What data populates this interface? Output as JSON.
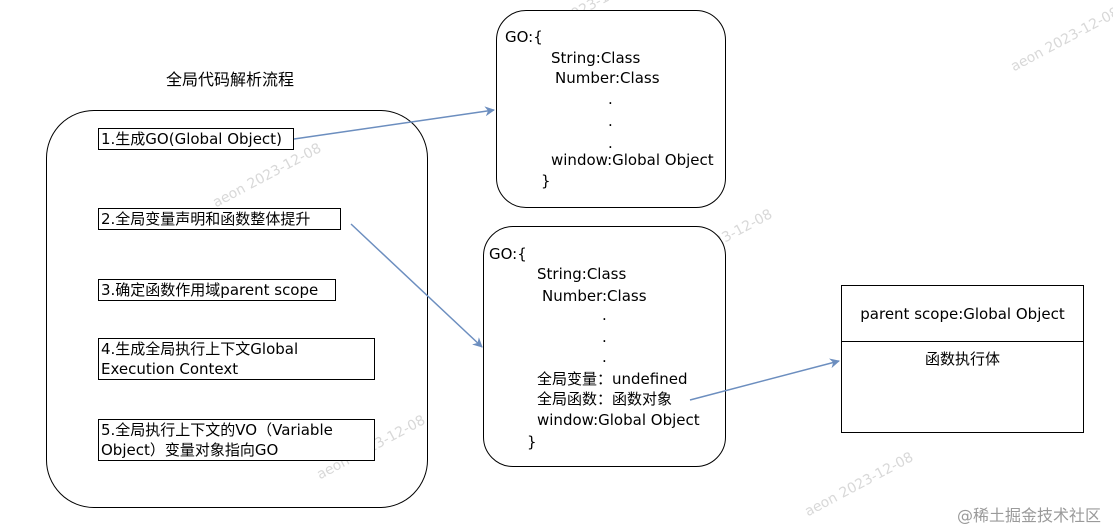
{
  "title": "全局代码解析流程",
  "steps": [
    "1.生成GO(Global Object)",
    "2.全局变量声明和函数整体提升",
    "3.确定函数作用域parent scope",
    "4.生成全局执行上下文Global",
    "Execution Context",
    "5.全局执行上下文的VO（Variable",
    "Object）变量对象指向GO"
  ],
  "go_top": {
    "open": "GO:{",
    "lines": [
      "String:Class",
      "Number:Class"
    ],
    "dots": [
      ".",
      ".",
      "."
    ],
    "last": "window:Global Object",
    "close": "}"
  },
  "go_bottom": {
    "open": "GO:{",
    "lines": [
      "String:Class",
      "Number:Class"
    ],
    "dots": [
      ".",
      ".",
      "."
    ],
    "var_line": "全局变量：undefined",
    "func_line": "全局函数：函数对象",
    "last": "window:Global Object",
    "close": "}"
  },
  "function_box": {
    "header": "parent scope:Global  Object",
    "body": "函数执行体"
  },
  "watermark": "aeon  2023-12-08",
  "footer": "@稀土掘金技术社区",
  "colors": {
    "arrow": "#6c8ebf",
    "stroke": "#000000"
  }
}
